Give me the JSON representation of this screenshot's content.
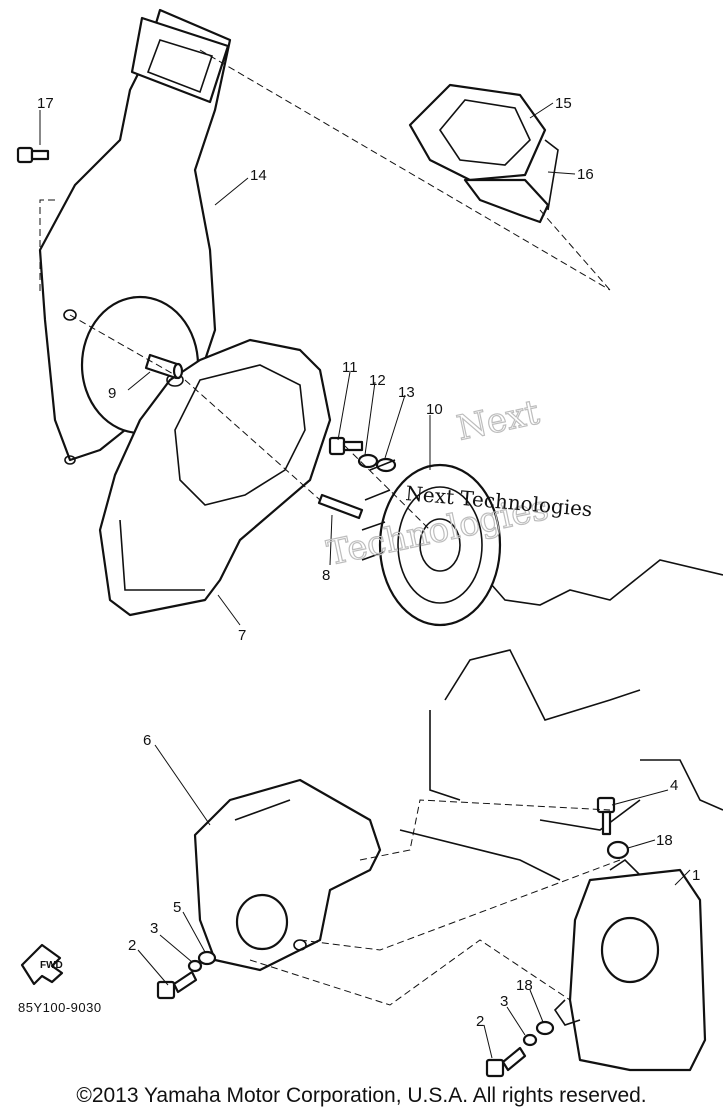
{
  "callouts": {
    "c1": "1",
    "c2a": "2",
    "c2b": "2",
    "c3a": "3",
    "c3b": "3",
    "c4": "4",
    "c5": "5",
    "c6": "6",
    "c7": "7",
    "c8": "8",
    "c9": "9",
    "c10": "10",
    "c11": "11",
    "c12": "12",
    "c13": "13",
    "c14": "14",
    "c15": "15",
    "c16": "16",
    "c17": "17",
    "c18a": "18",
    "c18b": "18"
  },
  "watermark": {
    "line1": "Next",
    "line2": "Technologies",
    "line3": "Next Technologies"
  },
  "fwd_label": "FWD",
  "diagram_code": "85Y100-9030",
  "copyright": "©2013 Yamaha Motor Corporation, U.S.A. All rights reserved."
}
